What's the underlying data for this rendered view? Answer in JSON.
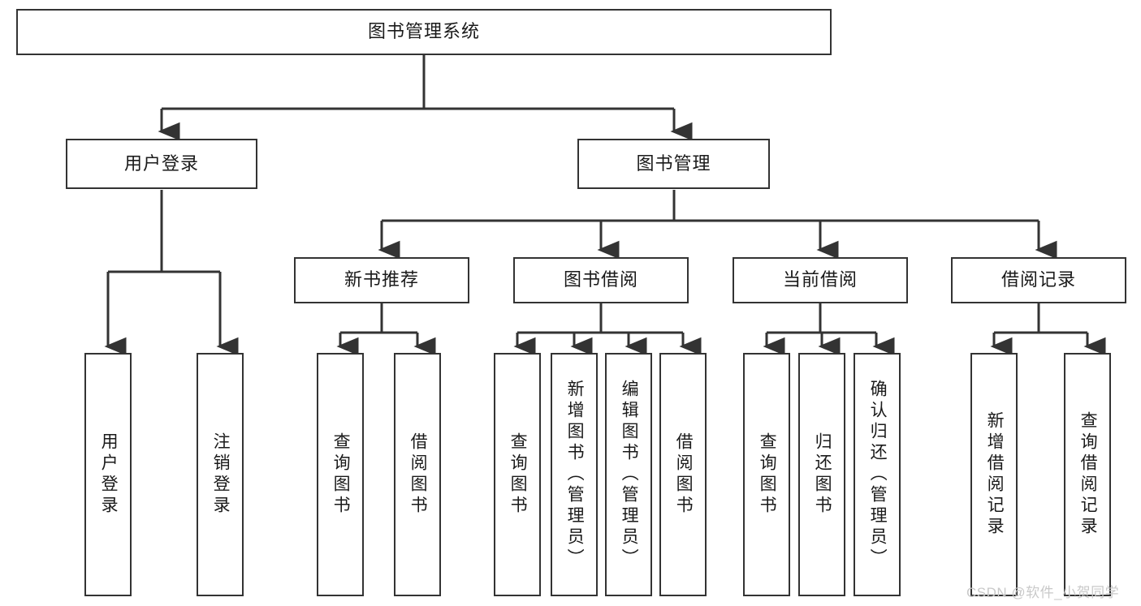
{
  "diagram": {
    "title": "图书管理系统",
    "watermark": "CSDN @软件_小贺同学",
    "colors": {
      "box_border": "#333333",
      "box_fill": "#ffffff",
      "connector": "#333333",
      "text": "#1a1a1a",
      "watermark": "#c9c9c9",
      "background": "#ffffff"
    },
    "root": {
      "label": "图书管理系统",
      "orientation": "horizontal"
    },
    "level2": [
      {
        "label": "用户登录",
        "orientation": "horizontal"
      },
      {
        "label": "图书管理",
        "orientation": "horizontal"
      }
    ],
    "level3": [
      {
        "label": "新书推荐",
        "orientation": "horizontal",
        "parent": "图书管理"
      },
      {
        "label": "图书借阅",
        "orientation": "horizontal",
        "parent": "图书管理"
      },
      {
        "label": "当前借阅",
        "orientation": "horizontal",
        "parent": "图书管理"
      },
      {
        "label": "借阅记录",
        "orientation": "horizontal",
        "parent": "图书管理"
      }
    ],
    "leaves": {
      "user_login": [
        {
          "label": "用户登录",
          "orientation": "vertical"
        },
        {
          "label": "注销登录",
          "orientation": "vertical"
        }
      ],
      "new_book_recommend": [
        {
          "label": "查询图书",
          "orientation": "vertical"
        },
        {
          "label": "借阅图书",
          "orientation": "vertical"
        }
      ],
      "book_borrow": [
        {
          "label": "查询图书",
          "orientation": "vertical"
        },
        {
          "label": "新增图书（管理员）",
          "orientation": "vertical"
        },
        {
          "label": "编辑图书（管理员）",
          "orientation": "vertical"
        },
        {
          "label": "借阅图书",
          "orientation": "vertical"
        }
      ],
      "current_borrow": [
        {
          "label": "查询图书",
          "orientation": "vertical"
        },
        {
          "label": "归还图书",
          "orientation": "vertical"
        },
        {
          "label": "确认归还（管理员）",
          "orientation": "vertical"
        }
      ],
      "borrow_record": [
        {
          "label": "新增借阅记录",
          "orientation": "vertical"
        },
        {
          "label": "查询借阅记录",
          "orientation": "vertical"
        }
      ]
    }
  }
}
